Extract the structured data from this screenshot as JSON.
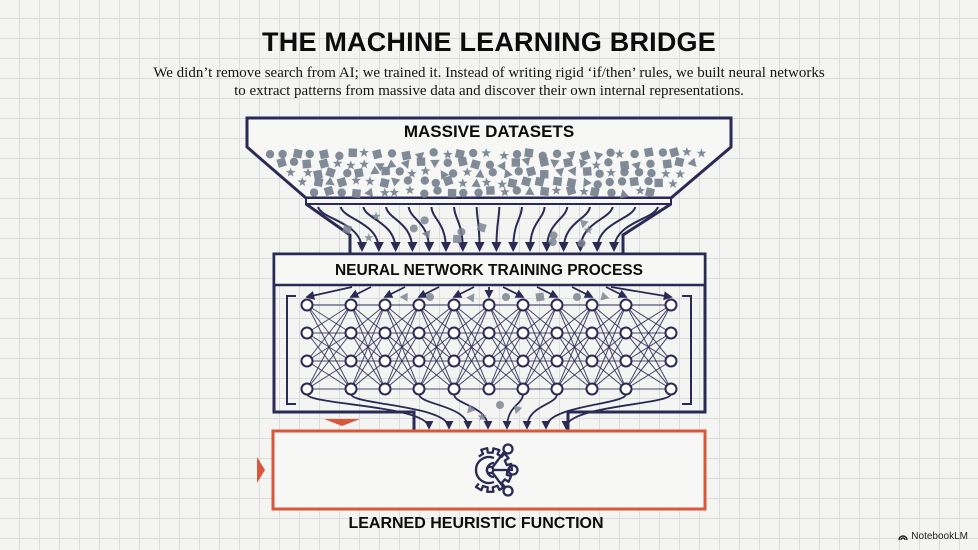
{
  "title": "THE MACHINE LEARNING BRIDGE",
  "subtitle": "We didn’t remove search from AI; we trained it. Instead of writing rigid ‘if/then’ rules, we built neural networks to extract patterns from massive data and discover their own internal representations.",
  "stages": {
    "datasets": {
      "label": "MASSIVE DATASETS"
    },
    "training": {
      "label": "NEURAL NETWORK TRAINING PROCESS",
      "layers": 11,
      "nodes_per_layer": 4
    },
    "output": {
      "label": "LEARNED HEURISTIC FUNCTION",
      "icon": "gear-network-icon"
    }
  },
  "colors": {
    "navy": "#2a2a55",
    "shape_gray": "#7a8592",
    "accent_orange": "#d9573a"
  },
  "brand": {
    "label": "NotebookLM",
    "icon": "notebooklm-logo-icon"
  }
}
